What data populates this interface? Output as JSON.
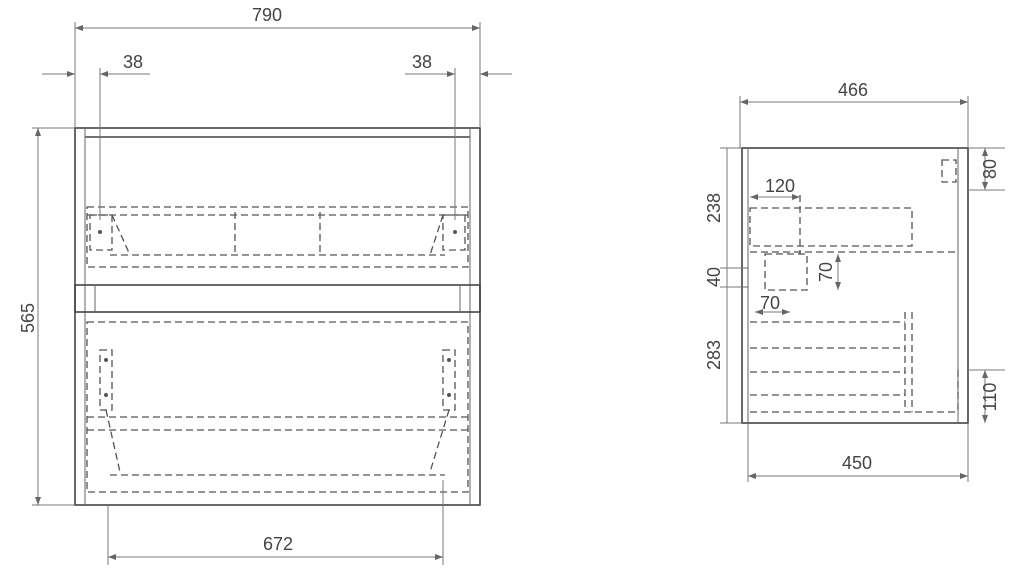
{
  "front_view": {
    "width_total": "790",
    "offset_left": "38",
    "offset_right": "38",
    "height_total": "565",
    "inner_width": "672"
  },
  "side_view": {
    "depth_top": "466",
    "depth_bottom": "450",
    "upper_height": "238",
    "gap_height": "40",
    "lower_height": "283",
    "top_block": "80",
    "bottom_block": "110",
    "drawer_offset": "120",
    "handle_height": "70",
    "handle_width": "70"
  },
  "colors": {
    "line": "#444444",
    "background": "#ffffff"
  }
}
